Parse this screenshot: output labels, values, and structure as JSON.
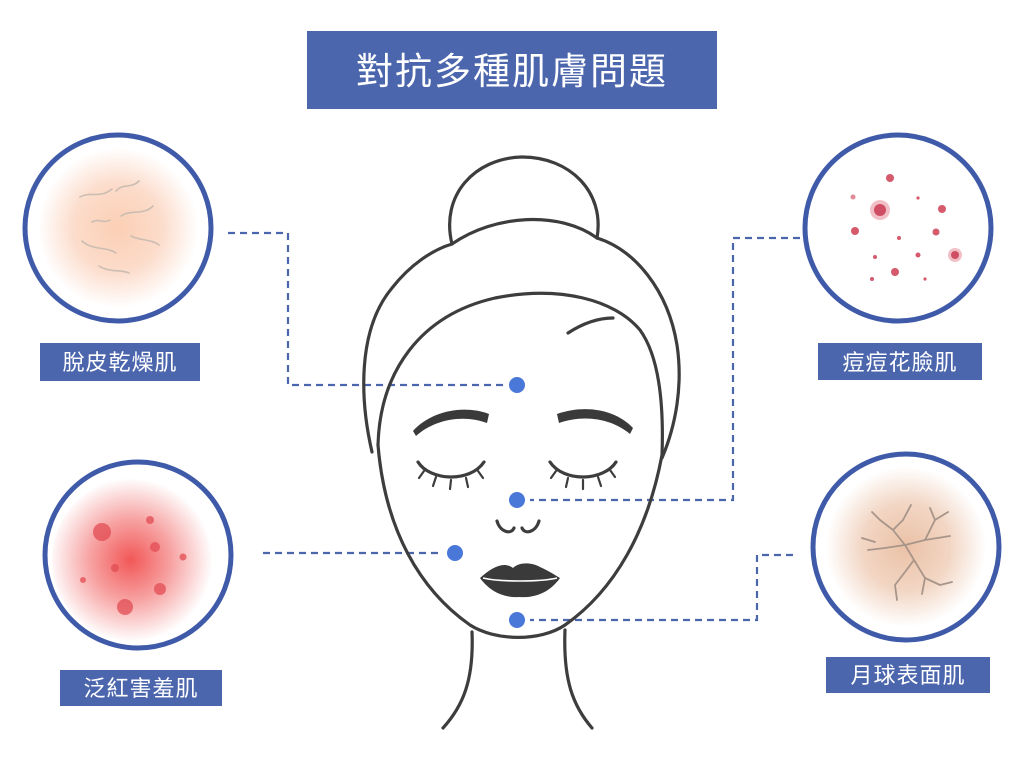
{
  "title": "對抗多種肌膚問題",
  "skin_types": [
    {
      "label": "脫皮乾燥肌",
      "icon": "dry-flaky-skin-icon"
    },
    {
      "label": "痘痘花臉肌",
      "icon": "acne-spots-icon"
    },
    {
      "label": "泛紅害羞肌",
      "icon": "redness-skin-icon"
    },
    {
      "label": "月球表面肌",
      "icon": "cracked-skin-icon"
    }
  ],
  "colors": {
    "accent": "#4c66ad",
    "marker": "#4a78d8",
    "outline": "#3d3d3d"
  }
}
